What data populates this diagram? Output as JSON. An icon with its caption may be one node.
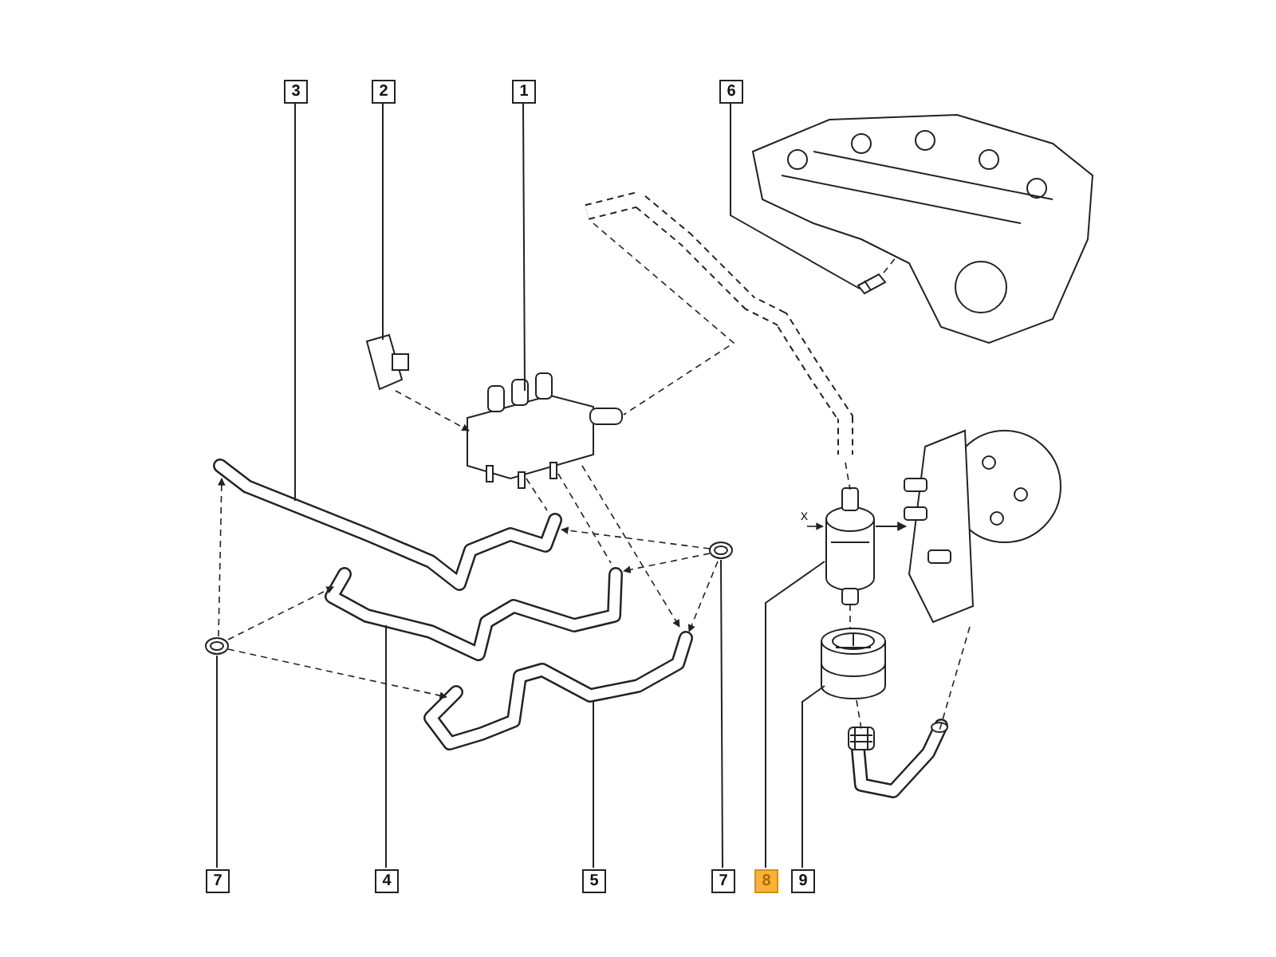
{
  "diagram": {
    "nodes": [
      {
        "text": [
          "3"
        ]
      },
      {
        "text": [
          "2"
        ]
      },
      {
        "text": [
          "1"
        ]
      },
      {
        "text": [
          "6"
        ]
      },
      {
        "text": [
          "7"
        ]
      },
      {
        "text": [
          "4"
        ]
      },
      {
        "text": [
          "5"
        ]
      },
      {
        "text": [
          "7"
        ]
      },
      {
        "text": [
          "8"
        ]
      },
      {
        "text": [
          "9"
        ]
      },
      {
        "text": [],
        "shape": "picture"
      },
      {
        "text": [],
        "shape": "picture"
      },
      {
        "text": [],
        "shape": "picture"
      },
      {
        "text": [],
        "shape": "picture"
      },
      {
        "text": [],
        "shape": "picture"
      },
      {
        "text": [],
        "shape": "picture"
      },
      {
        "text": [],
        "shape": "picture"
      },
      {
        "text": [],
        "shape": "picture"
      },
      {
        "text": [],
        "shape": "cylinder"
      },
      {
        "text": [],
        "shape": "cylinder"
      },
      {
        "text": [],
        "shape": "picture"
      },
      {
        "text": [],
        "shape": "picture"
      },
      {
        "text": [],
        "shape": "picture"
      },
      {
        "text": [],
        "shape": "picture"
      }
    ],
    "edges": [
      {
        "from": 0,
        "to": 13,
        "arrow": "none"
      },
      {
        "from": 1,
        "to": 11,
        "arrow": "none"
      },
      {
        "from": 2,
        "to": 12,
        "arrow": "none"
      },
      {
        "from": 3,
        "to": 10,
        "arrow": "none"
      },
      {
        "from": 4,
        "to": 16,
        "arrow": "none"
      },
      {
        "from": 5,
        "to": 14,
        "arrow": "none"
      },
      {
        "from": 6,
        "to": 15,
        "arrow": "none"
      },
      {
        "from": 7,
        "to": 17,
        "arrow": "none"
      },
      {
        "from": 8,
        "to": 18,
        "arrow": "none"
      },
      {
        "from": 9,
        "to": 19,
        "arrow": "none"
      },
      {
        "from": 22,
        "to": 12,
        "arrow": "none",
        "style": "dashed"
      },
      {
        "from": 11,
        "to": 12,
        "arrow": "to",
        "style": "dashed"
      },
      {
        "from": 16,
        "to": 13,
        "arrow": "to",
        "style": "dashed"
      },
      {
        "from": 16,
        "to": 14,
        "arrow": "to",
        "style": "dashed"
      },
      {
        "from": 16,
        "to": 15,
        "arrow": "to",
        "style": "dashed"
      },
      {
        "from": 17,
        "to": 13,
        "arrow": "to",
        "style": "dashed"
      },
      {
        "from": 17,
        "to": 14,
        "arrow": "to",
        "style": "dashed"
      },
      {
        "from": 17,
        "to": 15,
        "arrow": "to",
        "style": "dashed"
      },
      {
        "from": 12,
        "to": 13,
        "arrow": "none",
        "style": "dashed"
      },
      {
        "from": 12,
        "to": 14,
        "arrow": "none",
        "style": "dashed"
      },
      {
        "from": 12,
        "to": 15,
        "arrow": "to",
        "style": "dashed"
      },
      {
        "from": 22,
        "to": 18,
        "arrow": "none",
        "style": "dashed"
      },
      {
        "from": 18,
        "to": 19,
        "arrow": "none",
        "style": "dashed"
      },
      {
        "from": 18,
        "to": 21,
        "arrow": "to"
      },
      {
        "from": 10,
        "to": 20,
        "arrow": "none",
        "style": "dashed"
      },
      {
        "from": 21,
        "to": 23,
        "arrow": "none",
        "style": "dashed"
      },
      {
        "from": 19,
        "to": 23,
        "arrow": "none",
        "style": "dashed"
      }
    ],
    "labels": [
      "x"
    ]
  }
}
